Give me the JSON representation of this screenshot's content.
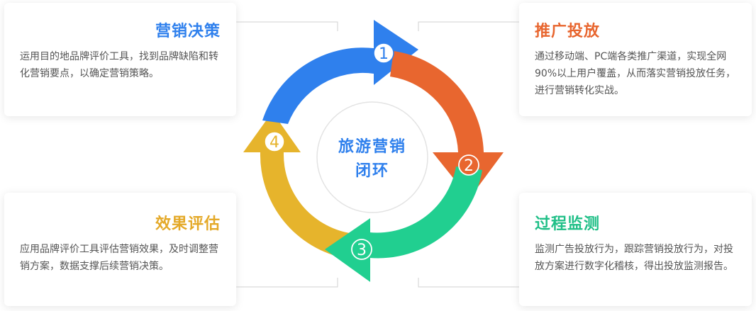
{
  "center": {
    "line1": "旅游营销",
    "line2": "闭环"
  },
  "steps": [
    {
      "number": "1",
      "color": "#2f80ed"
    },
    {
      "number": "2",
      "color": "#e8662f"
    },
    {
      "number": "3",
      "color": "#21cf90"
    },
    {
      "number": "4",
      "color": "#e6b42c"
    }
  ],
  "cards": {
    "decision": {
      "title": "营销决策",
      "desc": "运用目的地品牌评价工具，找到品牌缺陷和转化营销要点，以确定营销策略。"
    },
    "promote": {
      "title": "推广投放",
      "desc": "通过移动端、PC端各类推广渠道，实现全网90%以上用户覆盖，从而落实营销投放任务，进行营销转化实战。"
    },
    "evaluate": {
      "title": "效果评估",
      "desc": "应用品牌评价工具评估营销效果，及时调整营销方案，数据支撑后续营销决策。"
    },
    "monitor": {
      "title": "过程监测",
      "desc": "监测广告投放行为，跟踪营销投放行为，对投放方案进行数字化稽核，得出投放监测报告。"
    }
  }
}
